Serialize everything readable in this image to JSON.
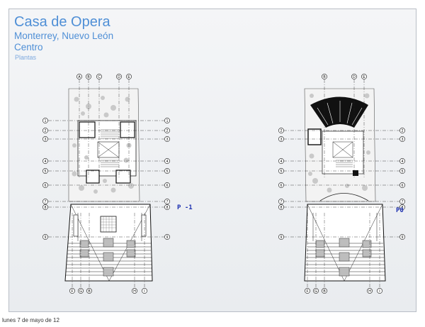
{
  "slide": {
    "title": "Casa de Opera",
    "subtitle": "Monterrey, Nuevo León\nCentro",
    "caption": "Plantas"
  },
  "plans": [
    {
      "label": "P -1",
      "color": "#1b2fb0"
    },
    {
      "label": "P0",
      "color": "#1b2fb0"
    }
  ],
  "axes": {
    "left_top": [
      "A",
      "B",
      "C",
      "D",
      "E"
    ],
    "left_bottom": [
      "F",
      "G",
      "B",
      "H",
      "I"
    ],
    "right_top": [
      "B",
      "D",
      "E"
    ],
    "right_bottom": [
      "F",
      "G",
      "B",
      "H",
      "I"
    ],
    "rows_left": [
      "1",
      "2",
      "3",
      "4",
      "5",
      "6",
      "7",
      "8",
      "9"
    ],
    "rows_right": [
      "2",
      "3",
      "4",
      "5",
      "6",
      "7",
      "8",
      "9"
    ]
  },
  "footer": "lunes 7 de mayo de 12"
}
